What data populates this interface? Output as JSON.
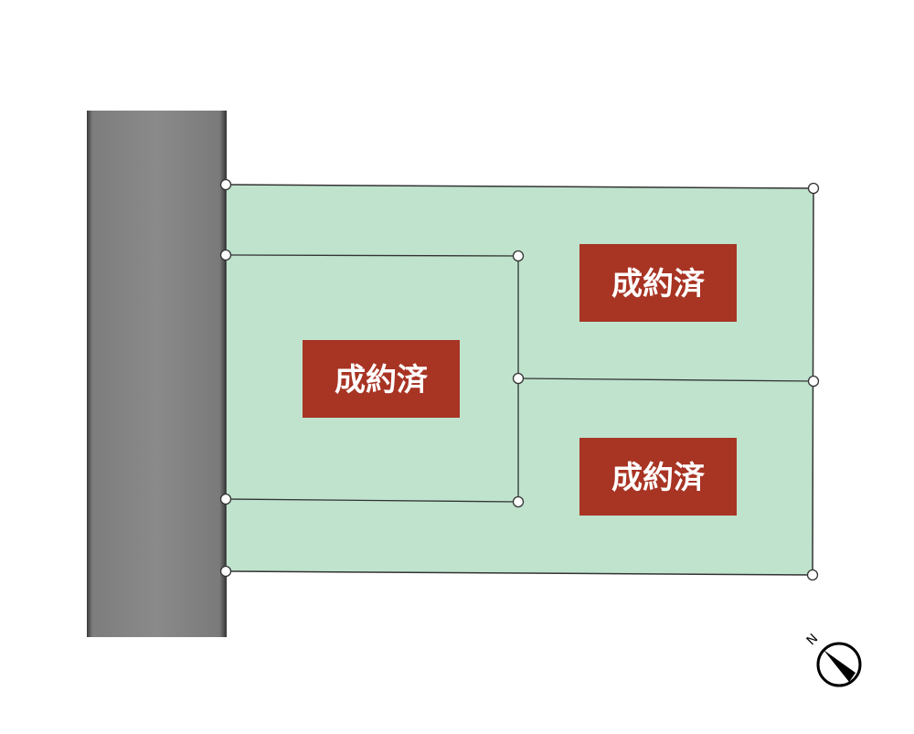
{
  "lots": [
    {
      "status": "成約済"
    },
    {
      "status": "成約済"
    },
    {
      "status": "成約済"
    }
  ],
  "compass": {
    "label": "N"
  },
  "colors": {
    "land": "#bfe3cd",
    "road": "#858585",
    "sold_badge": "#a83424"
  }
}
